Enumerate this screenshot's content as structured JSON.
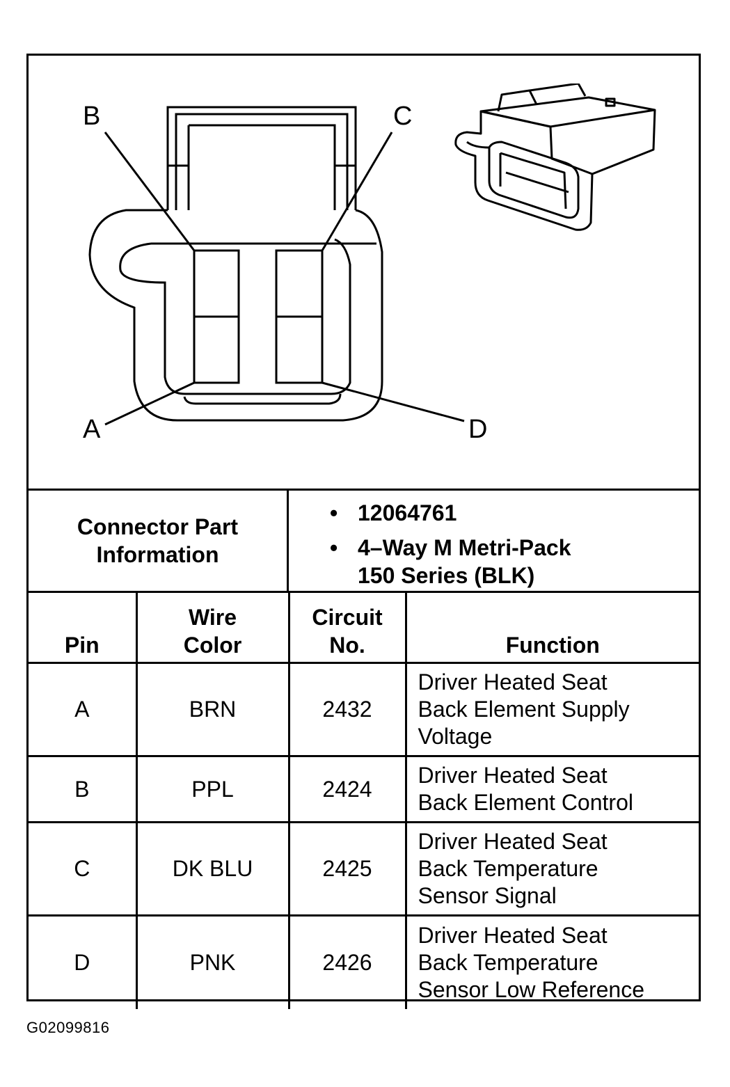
{
  "diagram": {
    "pin_labels": [
      "A",
      "B",
      "C",
      "D"
    ]
  },
  "connector_info": {
    "label": "Connector Part\nInformation",
    "items": [
      "12064761",
      "4–Way M Metri-Pack\n150 Series (BLK)"
    ]
  },
  "table": {
    "headers": [
      "Pin",
      "Wire\nColor",
      "Circuit\nNo.",
      "Function"
    ],
    "rows": [
      {
        "pin": "A",
        "color": "BRN",
        "circuit": "2432",
        "function": "Driver Heated Seat\nBack Element Supply\nVoltage"
      },
      {
        "pin": "B",
        "color": "PPL",
        "circuit": "2424",
        "function": "Driver Heated Seat\nBack Element Control"
      },
      {
        "pin": "C",
        "color": "DK BLU",
        "circuit": "2425",
        "function": "Driver Heated Seat\nBack Temperature\nSensor Signal"
      },
      {
        "pin": "D",
        "color": "PNK",
        "circuit": "2426",
        "function": "Driver Heated Seat\nBack Temperature\nSensor Low Reference"
      }
    ]
  },
  "figure_code": "G02099816"
}
